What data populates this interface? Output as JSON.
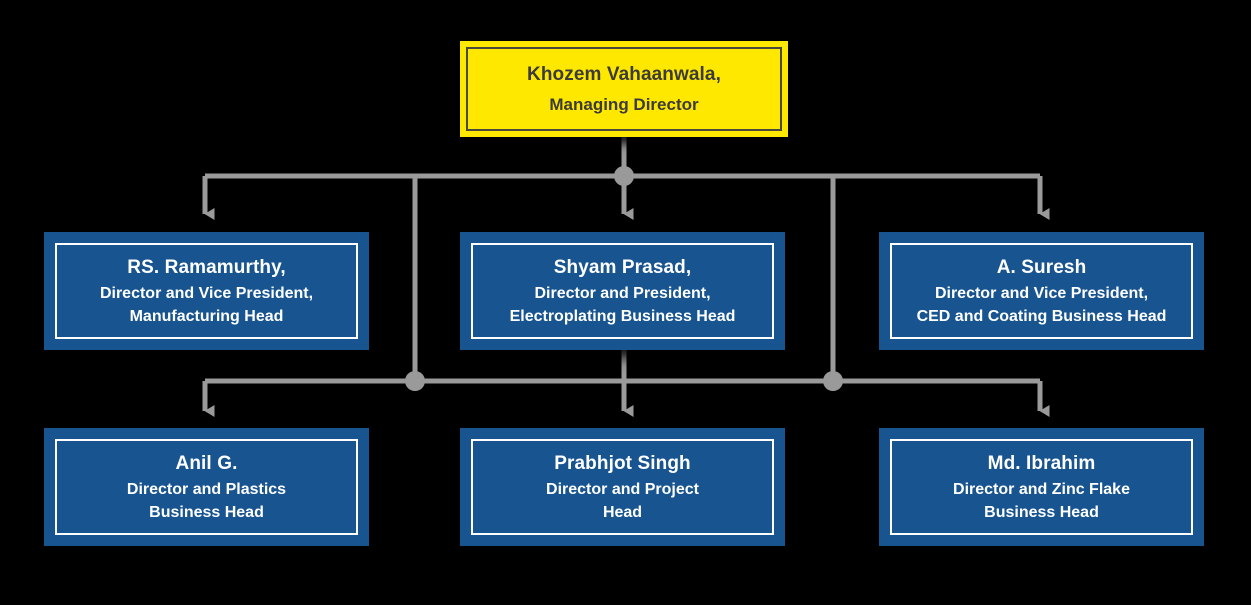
{
  "chart": {
    "type": "org-chart",
    "background_color": "#000000",
    "root_fill": "#FFE800",
    "root_text_color": "#3b3b3b",
    "node_fill": "#175490",
    "node_text_color": "#ffffff",
    "connector_color": "#9a9a9a"
  },
  "root": {
    "name": "Khozem Vahaanwala,",
    "title": "Managing Director"
  },
  "row2": [
    {
      "name": "RS. Ramamurthy,",
      "title_line1": "Director and Vice President,",
      "title_line2": "Manufacturing Head"
    },
    {
      "name": "Shyam Prasad,",
      "title_line1": "Director and President,",
      "title_line2": "Electroplating Business Head"
    },
    {
      "name": "A. Suresh",
      "title_line1": "Director and Vice President,",
      "title_line2": "CED and Coating Business Head"
    }
  ],
  "row3": [
    {
      "name": "Anil G.",
      "title_line1": "Director and Plastics",
      "title_line2": "Business Head"
    },
    {
      "name": "Prabhjot Singh",
      "title_line1": "Director and Project",
      "title_line2": "Head"
    },
    {
      "name": "Md. Ibrahim",
      "title_line1": "Director and Zinc Flake",
      "title_line2": "Business Head"
    }
  ]
}
